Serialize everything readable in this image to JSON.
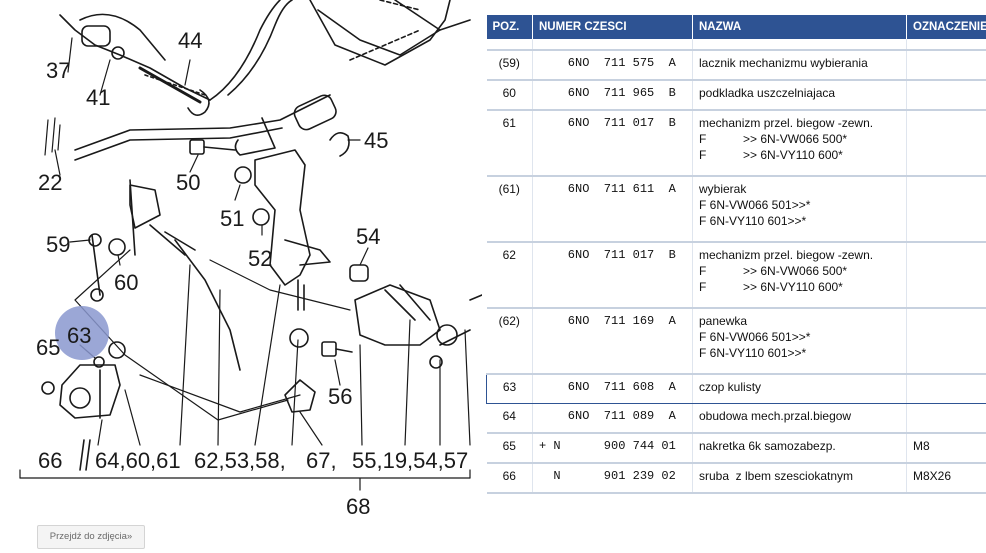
{
  "diagram": {
    "callouts": [
      "37",
      "44",
      "41",
      "45",
      "22",
      "50",
      "51",
      "52",
      "54",
      "59",
      "60",
      "63",
      "65",
      "56",
      "66",
      "64,60,61",
      "62,53,58,",
      "67,",
      "55,19,54,57",
      "68"
    ],
    "highlight_color": "#8a98cf"
  },
  "table": {
    "headers": [
      "POZ.",
      "NUMER CZESCI",
      "NAZWA",
      "OZNACZENIE"
    ],
    "rows": [
      {
        "pos": "(59)",
        "part": "    6NO  711 575  A",
        "name": [
          "lacznik mechanizmu wybierania"
        ],
        "mark": ""
      },
      {
        "pos": "60",
        "part": "    6NO  711 965  B",
        "name": [
          "podkladka uszczelniajaca"
        ],
        "mark": ""
      },
      {
        "pos": "61",
        "part": "    6NO  711 017  B",
        "name": [
          "mechanizm przel. biegow -zewn.",
          "F           >> 6N-VW066 500*",
          "F           >> 6N-VY110 600*"
        ],
        "mark": ""
      },
      {
        "pos": "(61)",
        "part": "    6NO  711 611  A",
        "name": [
          "wybierak",
          "F 6N-VW066 501>>*",
          "F 6N-VY110 601>>*"
        ],
        "mark": ""
      },
      {
        "pos": "62",
        "part": "    6NO  711 017  B",
        "name": [
          "mechanizm przel. biegow -zewn.",
          "F           >> 6N-VW066 500*",
          "F           >> 6N-VY110 600*"
        ],
        "mark": ""
      },
      {
        "pos": "(62)",
        "part": "    6NO  711 169  A",
        "name": [
          "panewka",
          "F 6N-VW066 501>>*",
          "F 6N-VY110 601>>*"
        ],
        "mark": ""
      },
      {
        "pos": "63",
        "part": "    6NO  711 608  A",
        "name": [
          "czop kulisty"
        ],
        "mark": ""
      },
      {
        "pos": "64",
        "part": "    6NO  711 089  A",
        "name": [
          "obudowa mech.przal.biegow"
        ],
        "mark": ""
      },
      {
        "pos": "65",
        "part": "+ N      900 744 01",
        "name": [
          "nakretka 6k samozabezp."
        ],
        "mark": "M8"
      },
      {
        "pos": "66",
        "part": "  N      901 239 02",
        "name": [
          "sruba  z lbem szesciokatnym"
        ],
        "mark": "M8X26"
      }
    ]
  },
  "photo_button": {
    "label": "Przejdź do zdjęcia»"
  }
}
